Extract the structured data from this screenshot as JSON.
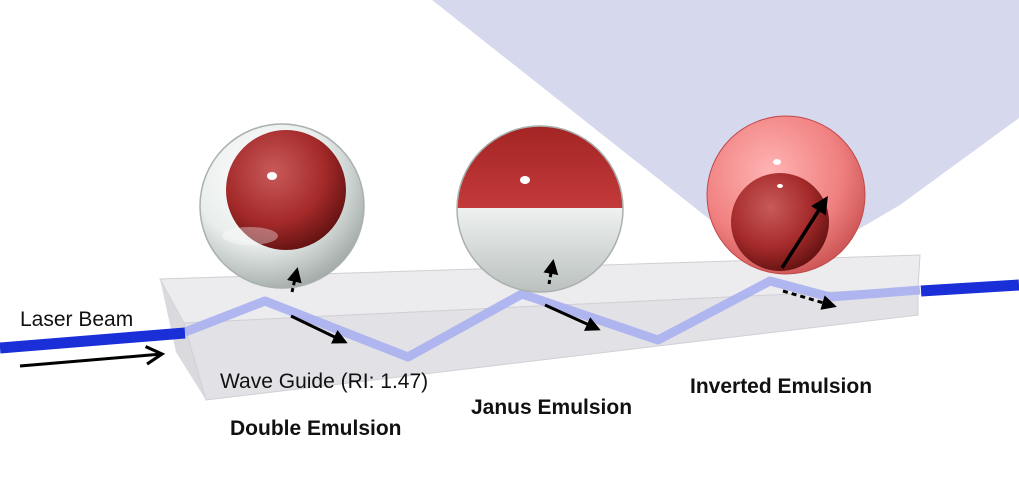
{
  "labels": {
    "laser_beam": "Laser Beam",
    "wave_guide": "Wave Guide (RI: 1.47)",
    "double_emulsion": "Double Emulsion",
    "janus_emulsion": "Janus Emulsion",
    "inverted_emulsion": "Inverted Emulsion"
  },
  "colors": {
    "laser": "#1a2fd8",
    "guided_light": "#a9b0f0",
    "illumination": "#d6d8ee",
    "waveguide_top": "#ececee",
    "waveguide_front": "#e2e2e6",
    "droplet_dark_red": "#a52a2a",
    "droplet_light_red": "#f08080",
    "droplet_clear": "#e6ecea",
    "arrow": "#000000"
  }
}
